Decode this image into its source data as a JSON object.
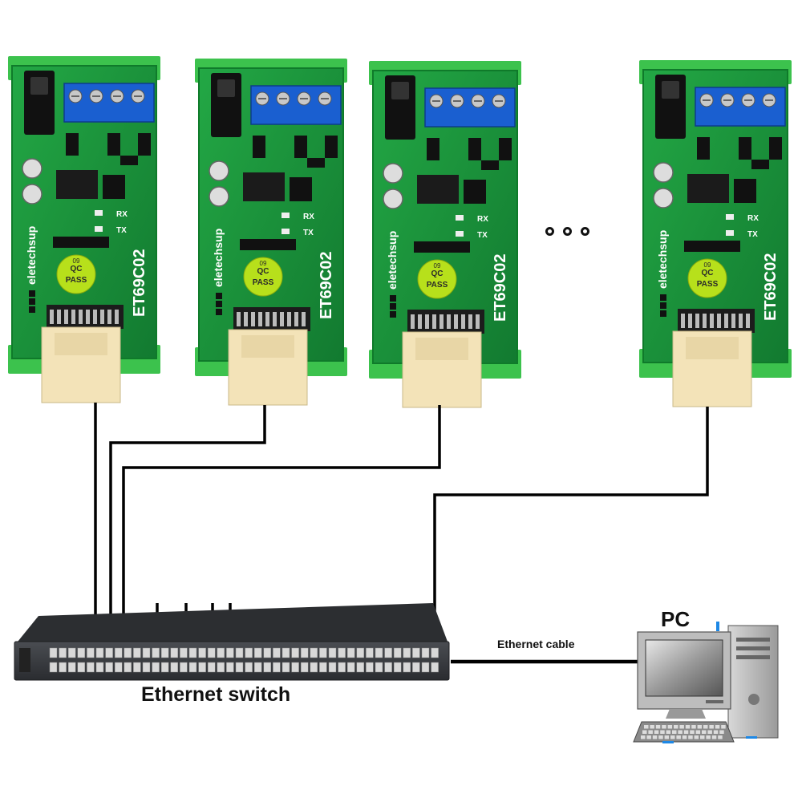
{
  "diagram": {
    "modules": [
      {
        "brand": "eletechsup",
        "model": "ET69C02",
        "qc_top": "QC",
        "qc_bottom": "PASS",
        "qc_num": "09",
        "rx": "RX",
        "tx": "TX"
      },
      {
        "brand": "eletechsup",
        "model": "ET69C02",
        "qc_top": "QC",
        "qc_bottom": "PASS",
        "qc_num": "09",
        "rx": "RX",
        "tx": "TX"
      },
      {
        "brand": "eletechsup",
        "model": "ET69C02",
        "qc_top": "QC",
        "qc_bottom": "PASS",
        "qc_num": "09",
        "rx": "RX",
        "tx": "TX"
      },
      {
        "brand": "eletechsup",
        "model": "ET69C02",
        "qc_top": "QC",
        "qc_bottom": "PASS",
        "qc_num": "09",
        "rx": "RX",
        "tx": "TX"
      }
    ],
    "switch_label": "Ethernet switch",
    "cable_label": "Ethernet cable",
    "pc_label": "PC",
    "colors": {
      "pcb": "#1a9a3c",
      "pcb_dark": "#0f7a2a",
      "din_rail": "#3cc24d",
      "terminal": "#1a5fd0",
      "rj45": "#f3e3b8",
      "switch_body": "#3a3d40",
      "cable": "#000000",
      "qc_sticker": "#b7e01b"
    }
  }
}
